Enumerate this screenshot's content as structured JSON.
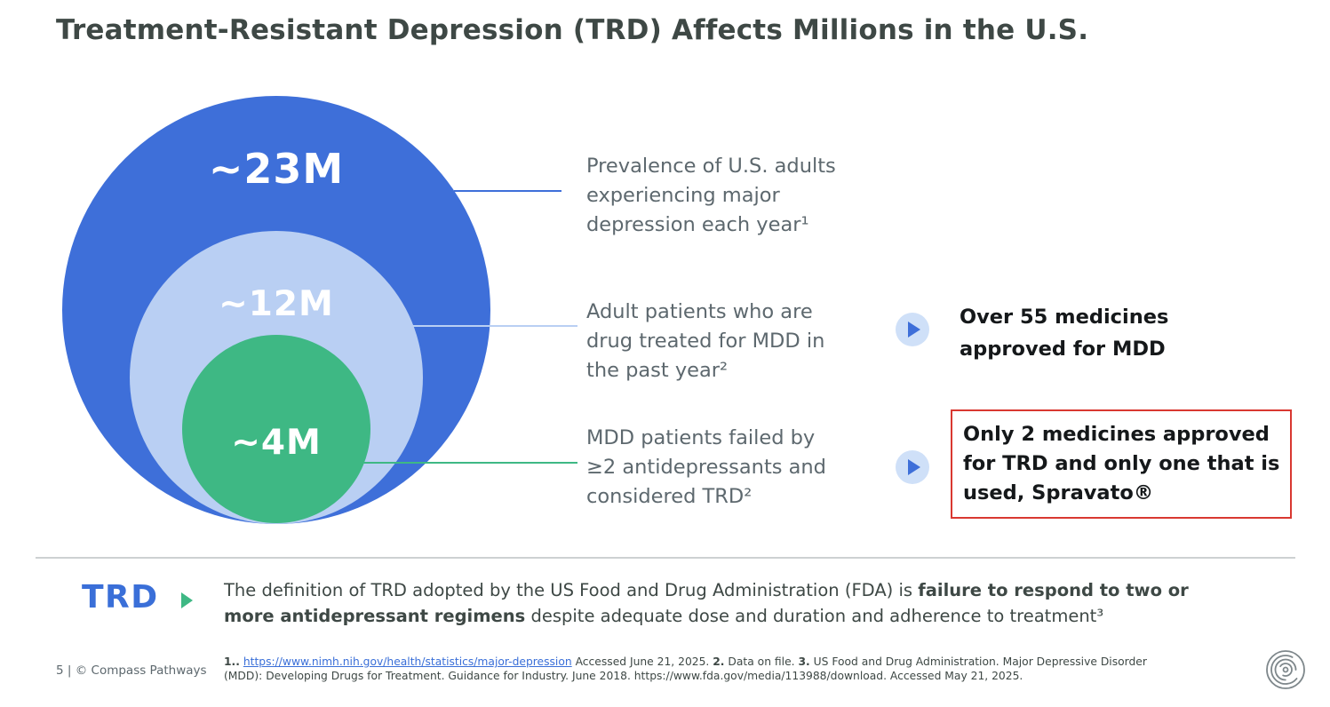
{
  "slide": {
    "title": "Treatment-Resistant Depression (TRD) Affects Millions in the U.S."
  },
  "chart_data": {
    "type": "nested-circles",
    "title": "Treatment-Resistant Depression (TRD) Affects Millions in the U.S.",
    "unit": "millions of U.S. adults",
    "series": [
      {
        "label": "~23M",
        "value": 23,
        "color": "#3e6fd9",
        "description": "Prevalence of U.S. adults experiencing major depression each year¹",
        "lines": [
          "Prevalence of U.S. adults",
          "experiencing major",
          "depression each year¹"
        ]
      },
      {
        "label": "~12M",
        "value": 12,
        "color": "#b9cff3",
        "description": "Adult patients who are drug treated for MDD in the past year²",
        "lines": [
          "Adult patients who are",
          "drug treated for MDD in",
          "the past year²"
        ]
      },
      {
        "label": "~4M",
        "value": 4,
        "color": "#3eb884",
        "description": "MDD patients failed by ≥2 antidepressants and considered TRD²",
        "lines": [
          "MDD patients failed by",
          "≥2 antidepressants and",
          "considered TRD²"
        ]
      }
    ]
  },
  "callouts": {
    "mdd": {
      "text": "Over 55 medicines approved for MDD",
      "lines": [
        "Over 55 medicines",
        "approved for MDD"
      ]
    },
    "trd": {
      "text": "Only 2 medicines approved for TRD and only one that is used, Spravato®",
      "lines": [
        "Only 2 medicines approved",
        "for TRD and only one that is",
        "used, Spravato®"
      ]
    }
  },
  "definition": {
    "term": "TRD",
    "line1_normal": "The definition of TRD adopted by the US Food and Drug Administration (FDA) is",
    "line1_bold": "failure to respond to two or",
    "line2_bold": "more antidepressant regimens",
    "line2_normal": "despite adequate dose and duration and adherence to treatment³"
  },
  "footer": {
    "page": "5 | © Compass Pathways",
    "references": {
      "n1": "1..",
      "link1": "https://www.nimh.nih.gov/health/statistics/major-depression",
      "t1": "Accessed June 21, 2025.",
      "n2": "2.",
      "t2": "Data on file.",
      "n3": "3.",
      "t3": "US Food and Drug Administration. Major Depressive Disorder",
      "line2": "(MDD): Developing Drugs for Treatment. Guidance for Industry. June 2018. https://www.fda.gov/media/113988/download. Accessed May 21, 2025."
    }
  },
  "icons": {
    "callout_arrow": "play-arrow-icon",
    "definition_arrow": "play-arrow-icon",
    "logo": "compass-spiral-logo"
  },
  "colors": {
    "title_text": "#3e4845",
    "body_text": "#5d686e",
    "circle_blue": "#3e6fd9",
    "circle_light_blue": "#b9cff3",
    "circle_green": "#3eb884",
    "callout_text": "#15181a",
    "red_box_border": "#d93831",
    "trd_blue": "#3a6fd8",
    "link_blue": "#3a6fd8"
  }
}
